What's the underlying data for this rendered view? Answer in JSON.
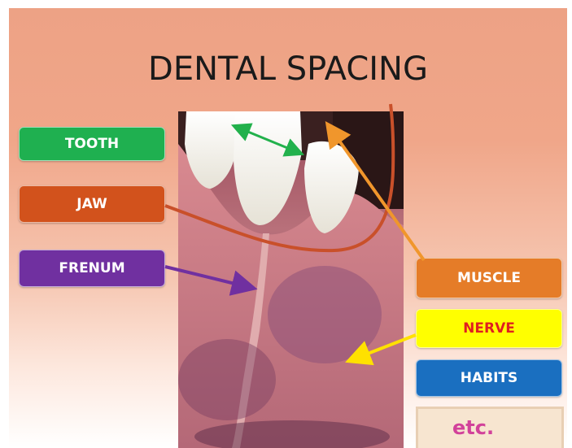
{
  "title": "DENTAL SPACING",
  "labels": {
    "tooth": "TOOTH",
    "jaw": "JAW",
    "frenum": "FRENUM",
    "muscle": "MUSCLE",
    "nerve": "NERVE",
    "habits": "HABITS",
    "etc": "etc."
  },
  "colors": {
    "tooth": "#1fb050",
    "jaw": "#d2521c",
    "frenum": "#7030a0",
    "muscle": "#e57c28",
    "nerve": "#ffff00",
    "nerve_text": "#e02020",
    "habits": "#1a6fc0",
    "etc_text": "#d2419a"
  },
  "photo": {
    "icon": "dental-photo",
    "subject": "lower front teeth with gum and frenum"
  }
}
